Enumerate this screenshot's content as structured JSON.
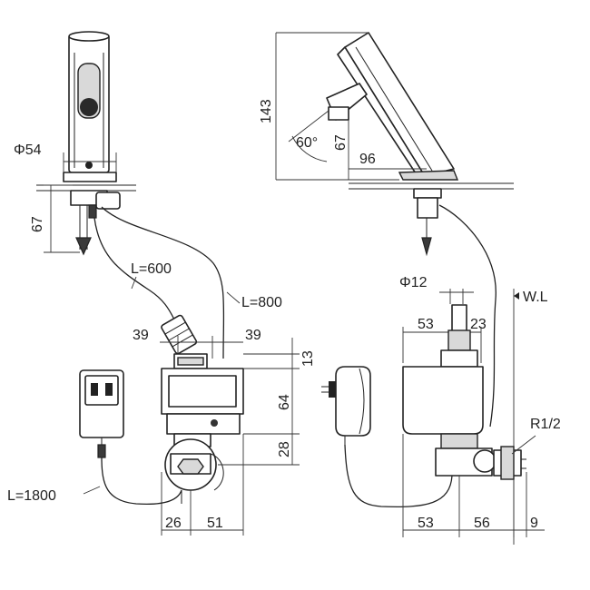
{
  "dimensions": {
    "phi54": "Φ54",
    "d67_left": "67",
    "l600": "L=600",
    "l800": "L=800",
    "d39_left": "39",
    "d39_right": "39",
    "d13": "13",
    "d64": "64",
    "d28": "28",
    "l1800": "L=1800",
    "d26": "26",
    "d51": "51",
    "d143": "143",
    "angle60": "60°",
    "d67_right": "67",
    "d96": "96",
    "phi12": "Φ12",
    "d53_top": "53",
    "d23": "23",
    "wl": "W.L",
    "r12": "R1/2",
    "d53_bottom": "53",
    "d56": "56",
    "d9": "9"
  }
}
